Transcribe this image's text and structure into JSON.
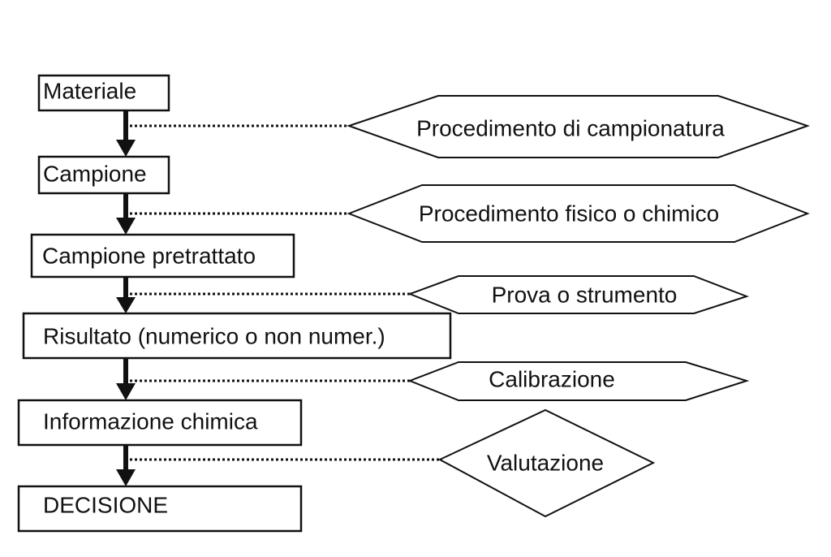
{
  "steps": [
    {
      "label": "Materiale"
    },
    {
      "label": "Campione"
    },
    {
      "label": "Campione pretrattato"
    },
    {
      "label": "Risultato (numerico o non numer.)"
    },
    {
      "label": "Informazione chimica"
    },
    {
      "label": "DECISIONE"
    }
  ],
  "processes": [
    {
      "label": "Procedimento di campionatura"
    },
    {
      "label": "Procedimento fisico  o chimico"
    },
    {
      "label": "Prova o strumento"
    },
    {
      "label": "Calibrazione"
    },
    {
      "label": "Valutazione"
    }
  ]
}
